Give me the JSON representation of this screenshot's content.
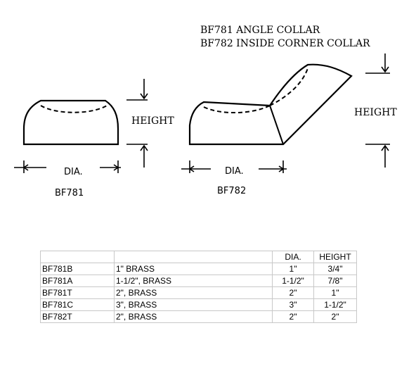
{
  "title": {
    "line1": "BF781 ANGLE COLLAR",
    "line2": "BF782 INSIDE CORNER COLLAR"
  },
  "left_figure": {
    "height_label": "HEIGHT",
    "dia_label": "DIA.",
    "caption": "BF781"
  },
  "right_figure": {
    "height_label": "HEIGHT",
    "dia_label": "DIA.",
    "caption": "BF782"
  },
  "table": {
    "headers": [
      "",
      "",
      "DIA.",
      "HEIGHT"
    ],
    "rows": [
      [
        "BF781B",
        "1\" BRASS",
        "1\"",
        "3/4\""
      ],
      [
        "BF781A",
        "1-1/2\", BRASS",
        "1-1/2\"",
        "7/8\""
      ],
      [
        "BF781T",
        "2\", BRASS",
        "2\"",
        "1\""
      ],
      [
        "BF781C",
        "3\", BRASS",
        "3\"",
        "1-1/2\""
      ],
      [
        "BF782T",
        "2\", BRASS",
        "2\"",
        "2\""
      ]
    ]
  }
}
